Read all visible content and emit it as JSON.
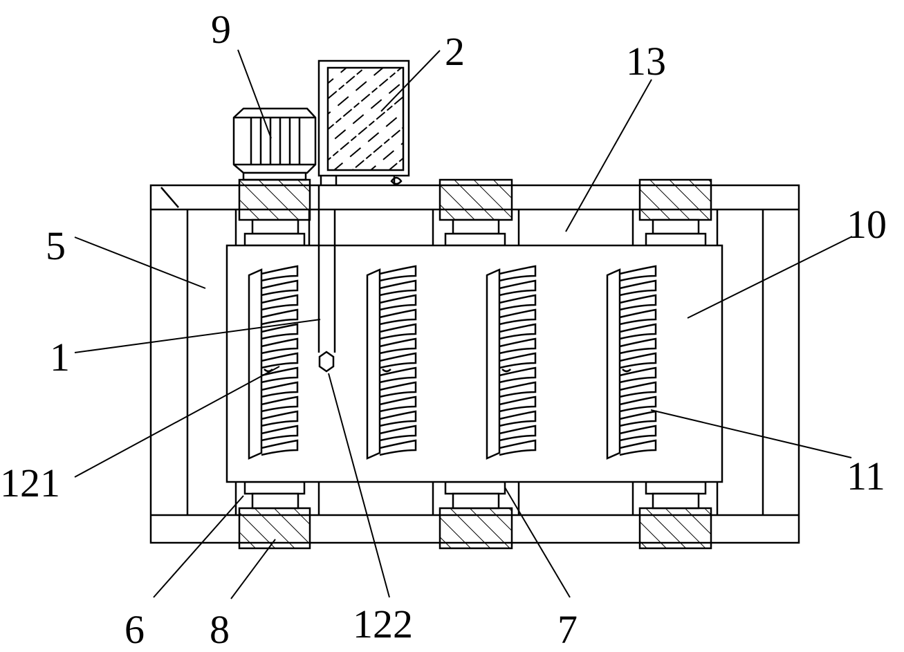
{
  "labels": {
    "part_1": "1",
    "part_2": "2",
    "part_5": "5",
    "part_6": "6",
    "part_7": "7",
    "part_8": "8",
    "part_9": "9",
    "part_10": "10",
    "part_11": "11",
    "part_13": "13",
    "part_121": "121",
    "part_122": "122"
  }
}
